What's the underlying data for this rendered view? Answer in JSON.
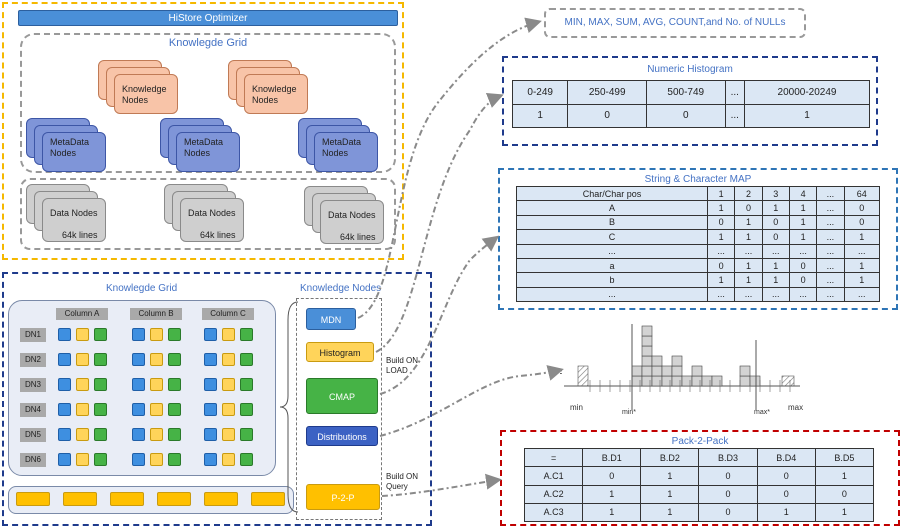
{
  "top": {
    "title": "HiStore Optimizer",
    "knowledge_grid_label": "Knowlegde Grid",
    "knowledge_nodes": [
      "Knowledge Nodes",
      "Knowledge Nodes"
    ],
    "metadata_nodes": [
      "MetaData Nodes",
      "MetaData Nodes",
      "MetaData Nodes"
    ],
    "data_nodes": [
      {
        "label": "Data Nodes",
        "size": "64k lines"
      },
      {
        "label": "Data Nodes",
        "size": "64k lines"
      },
      {
        "label": "Data Nodes",
        "size": "64k lines"
      }
    ]
  },
  "bottom": {
    "grid_label": "Knowlegde Grid",
    "nodes_label": "Knowledge Nodes",
    "columns": [
      "Column A",
      "Column B",
      "Column C"
    ],
    "rows": [
      "DN1",
      "DN2",
      "DN3",
      "DN4",
      "DN5",
      "DN6"
    ],
    "buttons": {
      "mdn": "MDN",
      "histogram": "Histogram",
      "cmap": "CMAP",
      "distributions": "Distributions",
      "p2p": "P-2-P"
    },
    "build_on_load": "Build ON LOAD",
    "build_on_query": "Build ON Query"
  },
  "stats_label": "MIN, MAX, SUM, AVG, COUNT,and No. of NULLs",
  "numeric_histogram": {
    "title": "Numeric Histogram",
    "header": [
      "0-249",
      "250-499",
      "500-749",
      "...",
      "20000-20249"
    ],
    "values": [
      "1",
      "0",
      "0",
      "...",
      "1"
    ]
  },
  "char_map": {
    "title": "String & Character MAP",
    "header": [
      "Char/Char pos",
      "1",
      "2",
      "3",
      "4",
      "...",
      "64"
    ],
    "rows": [
      [
        "A",
        "1",
        "0",
        "1",
        "1",
        "...",
        "0"
      ],
      [
        "B",
        "0",
        "1",
        "0",
        "1",
        "...",
        "0"
      ],
      [
        "C",
        "1",
        "1",
        "0",
        "1",
        "...",
        "1"
      ],
      [
        "...",
        "...",
        "...",
        "...",
        "...",
        "...",
        "..."
      ],
      [
        "a",
        "0",
        "1",
        "1",
        "0",
        "...",
        "1"
      ],
      [
        "b",
        "1",
        "1",
        "1",
        "0",
        "...",
        "1"
      ],
      [
        "...",
        "...",
        "...",
        "...",
        "...",
        "...",
        "..."
      ]
    ]
  },
  "distribution": {
    "labels": {
      "eq": "=",
      "min": "min",
      "min_star": "min*",
      "max_star": "max*",
      "max": "max"
    }
  },
  "pack2pack": {
    "title": "Pack-2-Pack",
    "header": [
      "=",
      "B.D1",
      "B.D2",
      "B.D3",
      "B.D4",
      "B.D5"
    ],
    "rows": [
      [
        "A.C1",
        "0",
        "1",
        "0",
        "0",
        "1"
      ],
      [
        "A.C2",
        "1",
        "1",
        "0",
        "0",
        "0"
      ],
      [
        "A.C3",
        "1",
        "1",
        "0",
        "1",
        "1"
      ]
    ]
  },
  "colors": {
    "accent_blue": "#4472c4",
    "orange_dash": "#f5b800",
    "navy_dash": "#1f3b8c",
    "red_dash": "#c00000"
  }
}
